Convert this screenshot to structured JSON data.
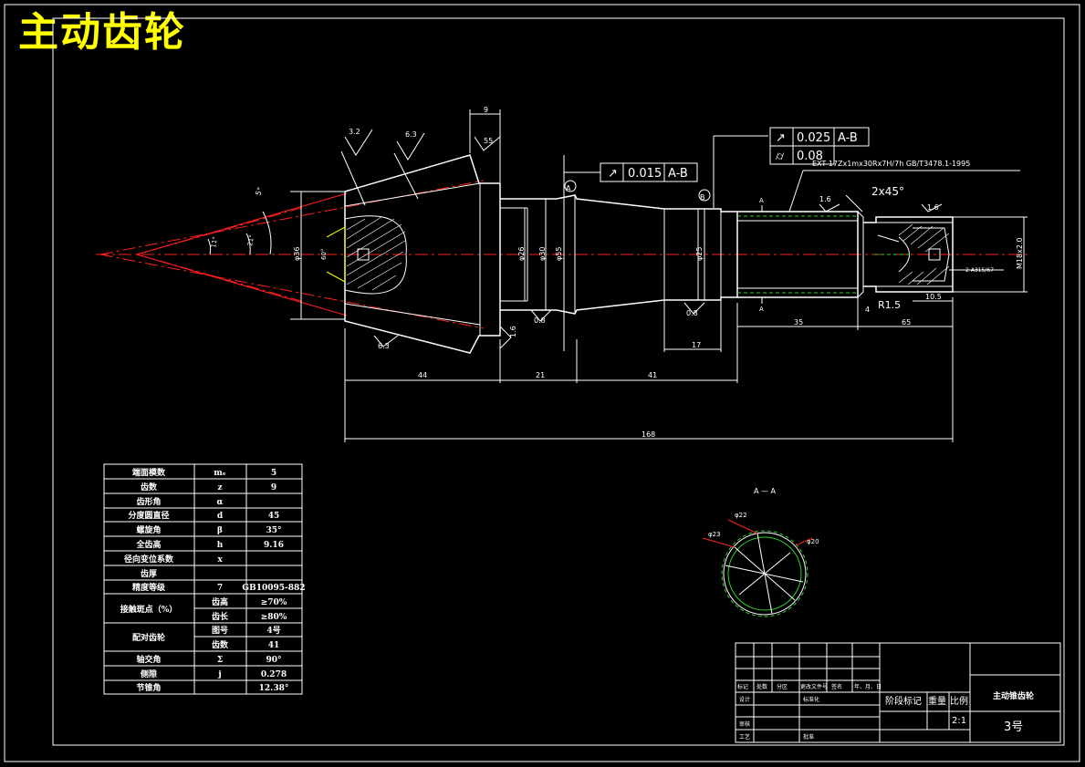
{
  "drawing": {
    "title": "主动齿轮",
    "notes": {
      "thread_spec": "EXT 17Zx1mx30Rx7H/7h GB/T3478.1-1995",
      "section_label": "A — A"
    },
    "tolerances": [
      {
        "symbol": "↗",
        "value": "0.015",
        "datum": "A-B"
      },
      {
        "symbol": "↗",
        "value": "0.025",
        "datum": "A-B"
      },
      {
        "symbol": "⌭",
        "value": "0.08",
        "datum": ""
      }
    ],
    "roughness": [
      "3.2",
      "6.3",
      "55",
      "1.6",
      "0.8",
      "6.3",
      "0.8",
      "1.6",
      "1.6"
    ],
    "dimensions": {
      "d_top": "9",
      "d_44": "44",
      "d_21": "21",
      "d_41": "41",
      "d_17": "17",
      "d_35": "35",
      "d_65": "65",
      "d_168": "168",
      "d_4": "4",
      "d_10_5": "10.5",
      "chamfer": "2x45°",
      "dia_36": "φ36",
      "dia_26": "φ26",
      "dia_30": "φ30",
      "dia_55": "φ55",
      "dia_25": "φ25",
      "thread_m": "M18x2.0",
      "center_hole": "2-A315/67",
      "angle_60": "60°",
      "angle_5": "5°",
      "angle_11": "11°",
      "angle_21": "21°",
      "r15": "R1.5",
      "sec_d22": "φ22",
      "sec_d23": "φ23",
      "sec_d20": "φ20",
      "datum_a": "A",
      "datum_b": "B",
      "cut_a": "A"
    },
    "gear_params": [
      {
        "name": "端面模数",
        "sym": "mₑ",
        "val": "5"
      },
      {
        "name": "齿数",
        "sym": "z",
        "val": "9"
      },
      {
        "name": "齿形角",
        "sym": "α",
        "val": ""
      },
      {
        "name": "分度圆直径",
        "sym": "d",
        "val": "45"
      },
      {
        "name": "螺旋角",
        "sym": "β",
        "val": "35°"
      },
      {
        "name": "全齿高",
        "sym": "h",
        "val": "9.16"
      },
      {
        "name": "径向变位系数",
        "sym": "x",
        "val": ""
      },
      {
        "name": "齿厚",
        "sym": "",
        "val": ""
      },
      {
        "name": "精度等级",
        "sym": "7",
        "val": "GB10095-882"
      },
      {
        "name": "接触斑点（%）",
        "sym": "齿高",
        "val": "≥70%"
      },
      {
        "name": "",
        "sym": "齿长",
        "val": "≥80%"
      },
      {
        "name": "配对齿轮",
        "sym": "图号",
        "val": "4号"
      },
      {
        "name": "",
        "sym": "齿数",
        "val": "41"
      },
      {
        "name": "轴交角",
        "sym": "Σ",
        "val": "90°"
      },
      {
        "name": "侧隙",
        "sym": "j",
        "val": "0.278"
      },
      {
        "name": "节锥角",
        "sym": "",
        "val": "12.38°"
      }
    ],
    "title_block": {
      "part_name": "主动锥齿轮",
      "drawing_no": "3号",
      "scale_label": "比例",
      "scale": "2:1",
      "stage_label": "阶段标记",
      "weight_label": "重量",
      "row_mark": "标记",
      "row_count": "处数",
      "row_zone": "分区",
      "row_docno": "更改文件号",
      "row_sign": "签名",
      "row_date": "年、月、日",
      "design": "设计",
      "review": "审核",
      "craft": "工艺",
      "approve": "批准",
      "std": "标准化"
    }
  }
}
